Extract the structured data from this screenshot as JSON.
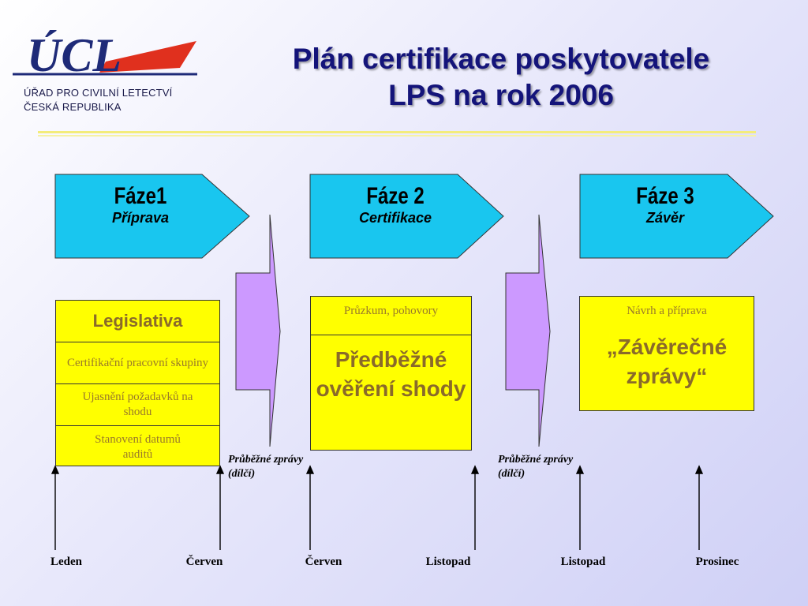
{
  "logo": {
    "mark": "ÚCL",
    "line1": "ÚŘAD PRO CIVILNÍ LETECTVÍ",
    "line2": "ČESKÁ REPUBLIKA"
  },
  "title": {
    "line1": "Plán certifikace poskytovatele",
    "line2": "LPS na rok 2006"
  },
  "phases": [
    {
      "title": "Fáze1",
      "subtitle": "Příprava"
    },
    {
      "title": "Fáze 2",
      "subtitle": "Certifikace"
    },
    {
      "title": "Fáze 3",
      "subtitle": "Závěr"
    }
  ],
  "phase1_boxes": {
    "header": "Legislativa",
    "items": [
      "Certifikační pracovní skupiny",
      "Ujasnění požadavků na shodu",
      "Stanovení datumů auditů"
    ]
  },
  "phase2_boxes": {
    "header": "Průzkum, pohovory",
    "main": "Předběžné ověření shody"
  },
  "phase3_boxes": {
    "header": "Návrh a příprava",
    "main": "„Závěrečné zprávy“"
  },
  "notes": [
    {
      "line1": "Průběžné zprávy",
      "line2": "(dílčí)"
    },
    {
      "line1": "Průběžné zprávy",
      "line2": "(dílčí)"
    }
  ],
  "months": [
    "Leden",
    "Červen",
    "Červen",
    "Listopad",
    "Listopad",
    "Prosinec"
  ],
  "colors": {
    "phase_fill": "#19c6ef",
    "box_fill": "#ffff00",
    "transition_fill": "#cc99ff",
    "title": "#14147a",
    "logo_red": "#e0301e",
    "logo_blue": "#1e2a78"
  }
}
